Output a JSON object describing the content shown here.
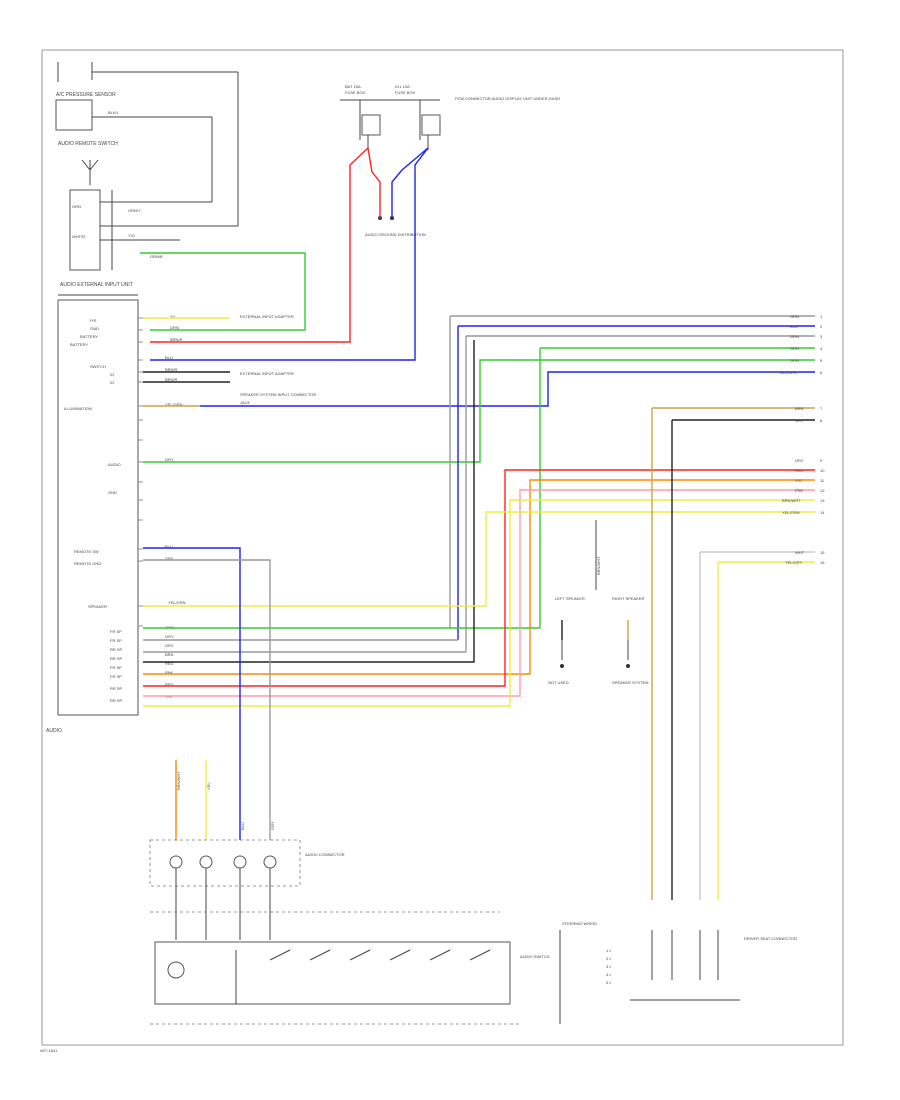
{
  "page": {
    "corner_code": "W/T-1841"
  },
  "colors": {
    "green": "#33cc33",
    "red": "#ff2222",
    "blue": "#2222ee",
    "yellow": "#eeee44",
    "orange": "#ff8800",
    "tan": "#c9a44a",
    "gray": "#999999",
    "black": "#222222",
    "white_wire": "#cccccc",
    "pink": "#ff99aa"
  },
  "left_top": {
    "sensor_label": "A/C PRESSURE SENSOR",
    "sensor_wire": "BLK/L",
    "sw_label": "AUDIO REMOTE SWITCH",
    "wire_labels": [
      "GRN",
      "WHT/R",
      "GRN/Y",
      "Y/G",
      "GRN/B"
    ]
  },
  "fuses": {
    "f1": "BAT 15A",
    "f2": "IG1 10A",
    "f1_sub": "FUSE BOX",
    "f2_sub": "FUSE BOX",
    "note": "PCM CONNECTOR AUDIO DISPLAY UNIT UNDER-DASH"
  },
  "ground": {
    "label": "AUDIO GROUND DISTRIBUTION"
  },
  "unit": {
    "title": "AUDIO EXTERNAL INPUT UNIT",
    "bottom_label": "AUDIO",
    "pins": [
      "P/S",
      "GND",
      "BATTERY",
      "BATTERY",
      "SWITCH",
      "IG",
      "IG",
      "ILLUMINATION",
      "AUDIO",
      "GND",
      "REMOTE SW",
      "REMOTE GND",
      "SPEAKER",
      "FR SP",
      "FR SP",
      "RR SP",
      "RR SP",
      "FR SP",
      "FR SP",
      "RR SP",
      "RR SP"
    ],
    "wire_tags": [
      "Y/L",
      "GRN",
      "BRN/R",
      "BLU",
      "BRN/R",
      "BRN/R",
      "YEL/GRN",
      "GRY",
      "BLU",
      "GRY",
      "YEL/GRN",
      "GRN",
      "GRY",
      "GRY",
      "BRN",
      "RED",
      "PNK",
      "RED",
      "Y/G"
    ],
    "notes": [
      "EXTERNAL INPUT ADAPTER",
      "EXTERNAL INPUT ADAPTER",
      "SPEAKER SYSTEM INPUT CONNECTOR",
      "JACK"
    ]
  },
  "right_connector": {
    "tags_a": [
      "GRN",
      "BLU",
      "GRN",
      "GRN",
      "GRN",
      "BLU/WHT"
    ],
    "tags_b": [
      "BRN",
      "GRY"
    ],
    "tags_c": [
      "GRY",
      "RED",
      "Y/G",
      "PNK",
      "BRN/WHT",
      "YEL/GRN"
    ],
    "tags_d": [
      "WHT",
      "YEL/GRY"
    ],
    "nums_a": [
      "1",
      "2",
      "3",
      "4",
      "5",
      "6"
    ],
    "nums_b": [
      "7",
      "8"
    ],
    "nums_c": [
      "9",
      "10",
      "11",
      "12",
      "13",
      "14"
    ],
    "nums_d": [
      "15",
      "16"
    ]
  },
  "mid": {
    "lh_label": "LEFT SPEAKER",
    "rh_label": "RIGHT SPEAKER",
    "lh_bottom": "NOT USED",
    "rh_bottom": "SPEAKER SYSTEM",
    "vertical_tag": "BRN/WHT"
  },
  "bottom": {
    "cable_labels": [
      "BRN/WHT",
      "YEL",
      "BLU",
      "GRY"
    ],
    "conn_label": "AUDIO CONNECTOR",
    "switch_label": "AUDIO SWITCH",
    "remote_label": "STEERING WHEEL",
    "right_label": "DRIVER SEAT CONNECTOR",
    "right_lines": [
      "1 L",
      "2 L",
      "3 L",
      "4 L",
      "5 L"
    ]
  }
}
